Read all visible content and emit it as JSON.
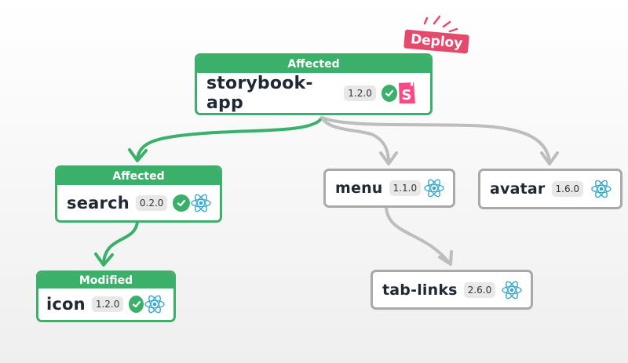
{
  "deploy_label": "Deploy",
  "colors": {
    "affected": "#3bb06a",
    "unaffected": "#a9a9a9",
    "deploy": "#e54a6c",
    "react": "#3aa8c9",
    "storybook": "#ff4785"
  },
  "nodes": {
    "storybook": {
      "status": "Affected",
      "name": "storybook-app",
      "version": "1.2.0",
      "icon": "storybook-icon"
    },
    "search": {
      "status": "Affected",
      "name": "search",
      "version": "0.2.0",
      "icon": "react-icon"
    },
    "icon": {
      "status": "Modified",
      "name": "icon",
      "version": "1.2.0",
      "icon": "react-icon"
    },
    "menu": {
      "name": "menu",
      "version": "1.1.0",
      "icon": "react-icon"
    },
    "avatar": {
      "name": "avatar",
      "version": "1.6.0",
      "icon": "react-icon"
    },
    "tablinks": {
      "name": "tab-links",
      "version": "2.6.0",
      "icon": "react-icon"
    }
  },
  "edges": [
    {
      "from": "storybook-app",
      "to": "search",
      "state": "affected"
    },
    {
      "from": "storybook-app",
      "to": "menu",
      "state": "unaffected"
    },
    {
      "from": "storybook-app",
      "to": "avatar",
      "state": "unaffected"
    },
    {
      "from": "search",
      "to": "icon",
      "state": "affected"
    },
    {
      "from": "menu",
      "to": "tab-links",
      "state": "unaffected"
    }
  ]
}
